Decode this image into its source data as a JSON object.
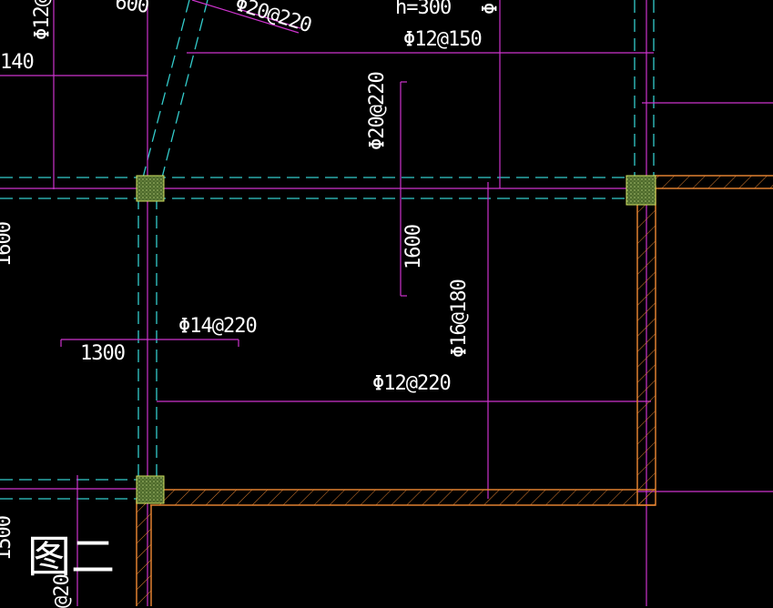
{
  "drawing": {
    "colors": {
      "background": "#000000",
      "rebar": "#cc33cc",
      "axis": "#33cccc",
      "wall": "#e08030",
      "column_fill": "#6b8b3f",
      "text": "#ffffff"
    },
    "labels": {
      "top_left_rebar": "Φ12@",
      "top_frag": "600",
      "top_diag_rebar": "Φ20@220",
      "slab_thickness": "h=300",
      "top_right_frag": "Φ",
      "top_rebar": "Φ12@150",
      "left_dim_140": "140",
      "vertical_rebar_1": "Φ20@220",
      "left_dim_1600": "1600",
      "dim_1600": "1600",
      "vertical_rebar_2": "Φ16@180",
      "rebar_14": "Φ14@220",
      "dim_1300": "1300",
      "rebar_12_220": "Φ12@220",
      "bottom_left_dim": "1500",
      "bottom_left_rebar": "@20",
      "figure_caption": "图二"
    }
  }
}
